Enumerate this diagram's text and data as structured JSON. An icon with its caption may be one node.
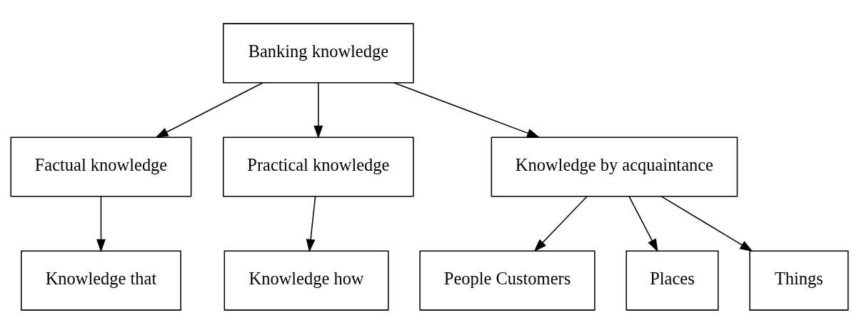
{
  "diagram": {
    "nodes": [
      {
        "text": [
          "Banking knowledge"
        ]
      },
      {
        "text": [
          "Factual knowledge"
        ]
      },
      {
        "text": [
          "Practical knowledge"
        ]
      },
      {
        "text": [
          "Knowledge by acquaintance"
        ]
      },
      {
        "text": [
          "Knowledge that"
        ]
      },
      {
        "text": [
          "Knowledge how"
        ]
      },
      {
        "text": [
          "People Customers"
        ]
      },
      {
        "text": [
          "Places"
        ]
      },
      {
        "text": [
          "Things"
        ]
      }
    ],
    "edges": [
      {
        "from": 0,
        "to": 1,
        "arrow": "to"
      },
      {
        "from": 0,
        "to": 2,
        "arrow": "to"
      },
      {
        "from": 0,
        "to": 3,
        "arrow": "to"
      },
      {
        "from": 1,
        "to": 4,
        "arrow": "to"
      },
      {
        "from": 2,
        "to": 5,
        "arrow": "to"
      },
      {
        "from": 3,
        "to": 6,
        "arrow": "to"
      },
      {
        "from": 3,
        "to": 7,
        "arrow": "to"
      },
      {
        "from": 3,
        "to": 8,
        "arrow": "to"
      }
    ]
  }
}
